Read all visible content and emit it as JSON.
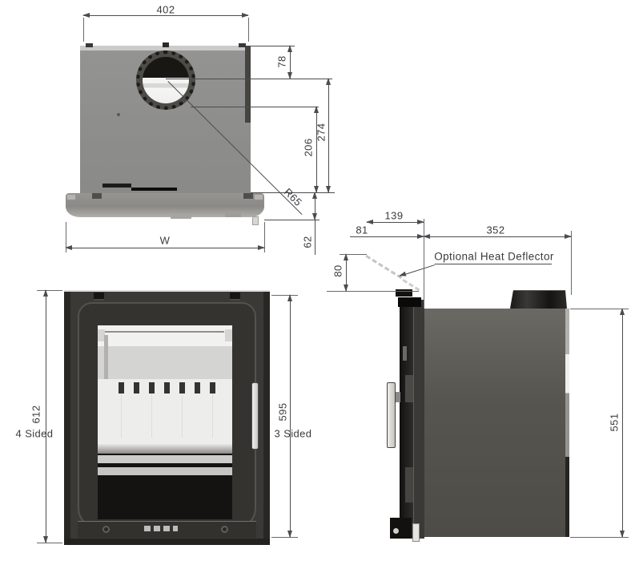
{
  "colors": {
    "dimension_line": "#4c4c50",
    "body_gray": "#8f8f8d",
    "dark_gray": "#55534e",
    "near_black": "#1a1918",
    "firebrick_white": "#f1f1ef"
  },
  "top_view": {
    "width": "402",
    "flue_center_offset": "78",
    "flue_edge_to_front": "206",
    "flue_center_to_front": "274",
    "flue_radius": "R65",
    "overall_width_label": "W",
    "fascia_depth": "62"
  },
  "front_view": {
    "overall_height": "612",
    "overall_height_label": "4 Sided",
    "frame_height": "595",
    "frame_height_label": "3 Sided"
  },
  "side_view": {
    "deflector_front_offset": "81",
    "deflector_depth": "139",
    "body_depth": "352",
    "deflector_drop": "80",
    "body_height": "551",
    "deflector_note": "Optional Heat Deflector"
  }
}
